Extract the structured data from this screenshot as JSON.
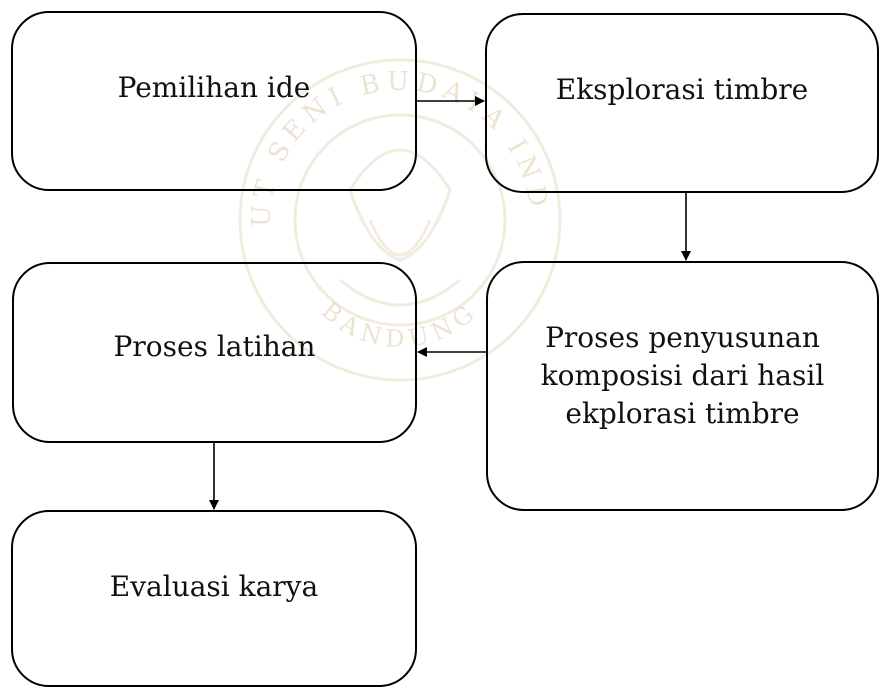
{
  "diagram": {
    "steps": {
      "idea": "Pemilihan ide",
      "timbre": "Eksplorasi timbre",
      "compose": [
        "Proses penyusunan",
        "komposisi dari hasil",
        "ekplorasi timbre"
      ],
      "practice": "Proses latihan",
      "evaluate": "Evaluasi karya"
    },
    "watermark": {
      "arc_top": "INSTITUT SENI BUDAYA INDONESIA",
      "arc_bottom": "BANDUNG",
      "color": "#d9c9a3"
    },
    "colors": {
      "box_border": "#000000",
      "arrow": "#000000",
      "text": "#111111"
    }
  }
}
